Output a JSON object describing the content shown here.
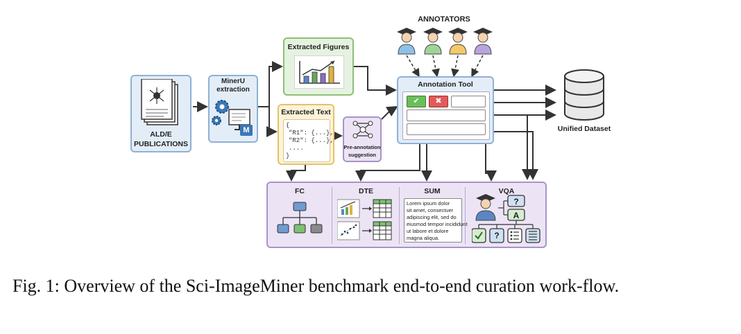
{
  "annotators_label": "ANNOTATORS",
  "publications_label_1": "ALD/E",
  "publications_label_2": "PUBLICATIONS",
  "mineru_label_1": "MinerU",
  "mineru_label_2": "extraction",
  "mineru_badge": "M",
  "figures_label": "Extracted Figures",
  "text_label": "Extracted Text",
  "text_lines": [
    "{",
    "\"R1\": {...},",
    "\"R2\": {...},",
    "....",
    "}"
  ],
  "preannotation_label_1": "Pre-annotation",
  "preannotation_label_2": "suggestion",
  "tool_label": "Annotation Tool",
  "dataset_label": "Unified Dataset",
  "tasks": {
    "fc": "FC",
    "dte": "DTE",
    "sum": "SUM",
    "vqa": "VQA"
  },
  "sum_lines": [
    "Lorem ipsum dolor",
    "sit amet, consectuer",
    "adipiscing elit, sed do",
    "eiusmod tempor incididunt",
    "ut labore et dolore",
    "magna aliqua."
  ],
  "vqa_q": "?",
  "vqa_a": "A",
  "caption": "Fig. 1: Overview of the Sci-ImageMiner benchmark end-to-end curation work-flow.",
  "colors": {
    "blue_fill": "#e3edf8",
    "blue_border": "#8fb0d4",
    "green_fill": "#e6f2e0",
    "green_border": "#8dbf77",
    "yellow_fill": "#fdf3d9",
    "yellow_border": "#e3c26a",
    "purple_fill": "#ece4f5",
    "purple_border": "#a893c7"
  }
}
